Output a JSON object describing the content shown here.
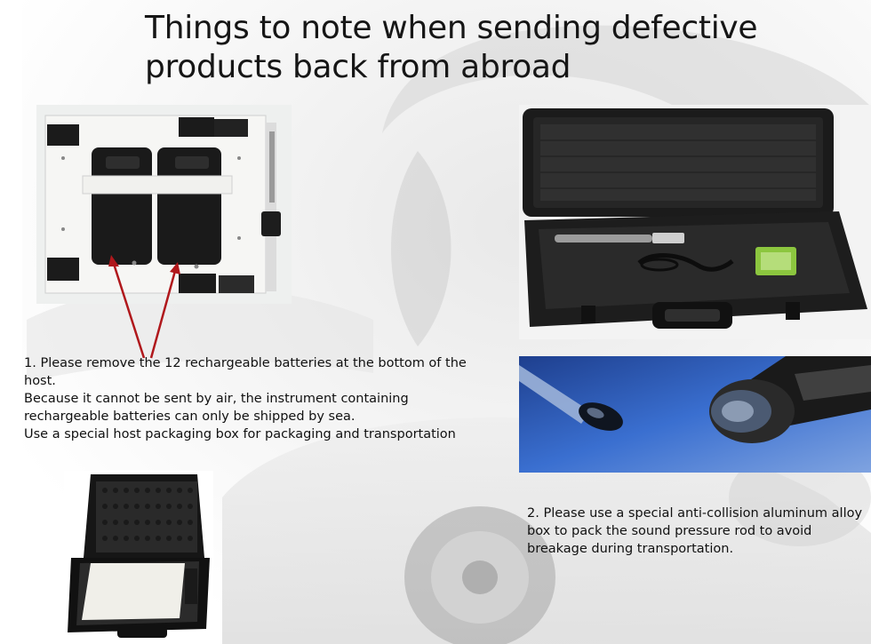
{
  "slide": {
    "title_line1": "Things to note when sending defective",
    "title_line2": "products back from abroad"
  },
  "note1": {
    "line1": "1. Please remove the 12 rechargeable batteries at the bottom of the host.",
    "line2": "Because it cannot be sent by air, the instrument containing rechargeable batteries can only be shipped by sea.",
    "line3": "Use a special host packaging box for packaging and transportation"
  },
  "note2": {
    "text": "2. Please use a special anti-collision aluminum alloy box to pack the sound pressure rod to avoid breakage during transportation."
  },
  "colors": {
    "arrow": "#b0181c",
    "device_black": "#1b1b1b",
    "panel_white": "#f4f4f2",
    "screen_green": "#8cc63f",
    "probe_blue": "#2f5fb8"
  }
}
